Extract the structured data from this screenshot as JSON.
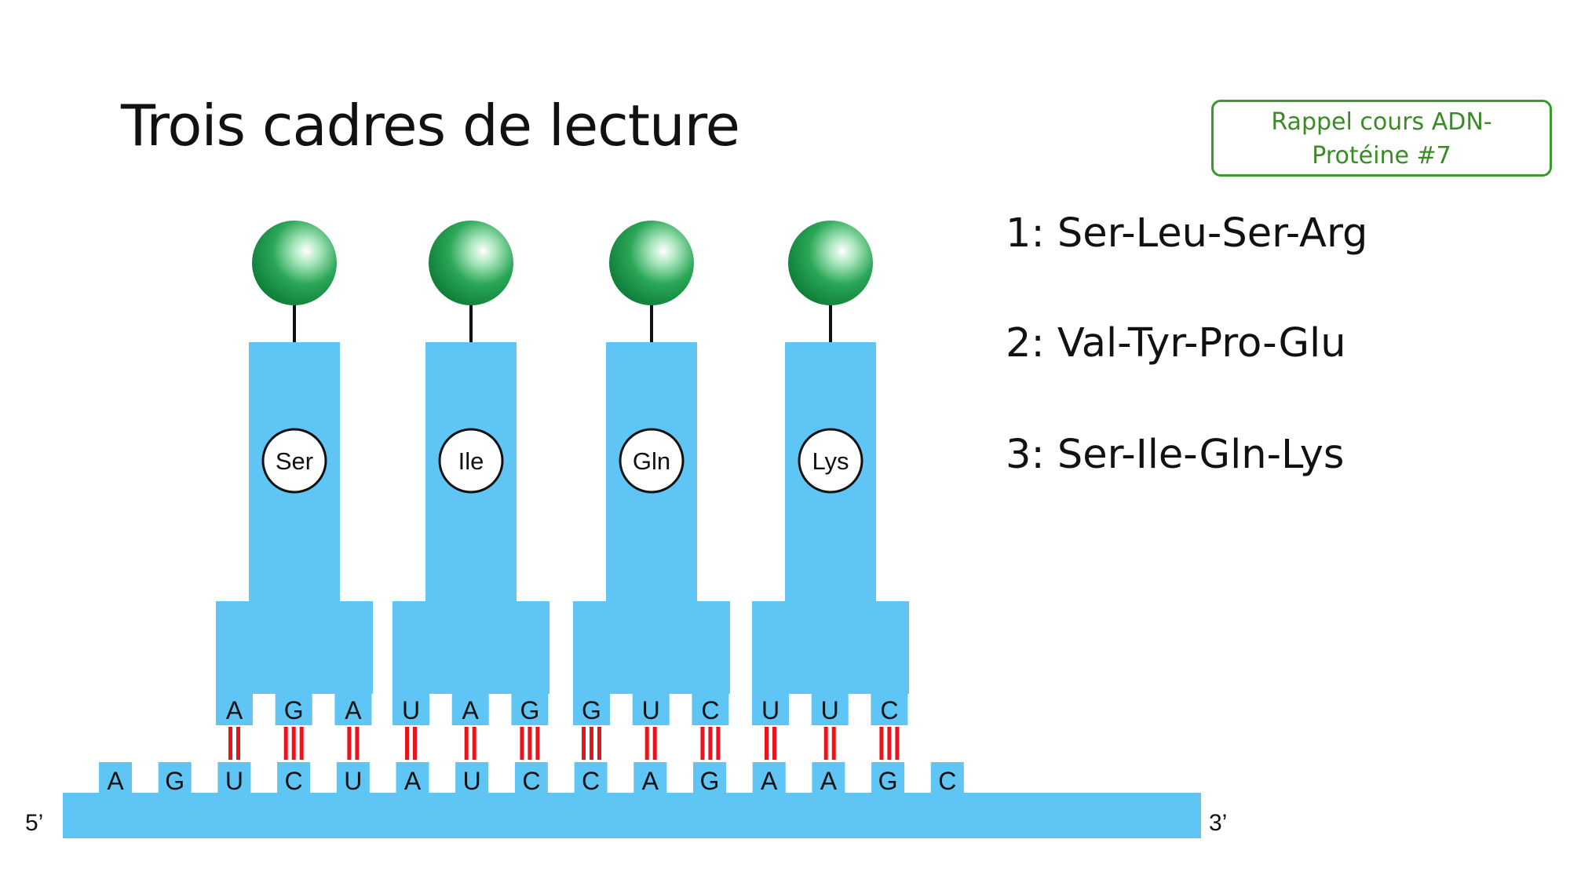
{
  "title": "Trois cadres de lecture",
  "badge": {
    "line1": "Rappel cours ADN-",
    "line2": "Protéine #7"
  },
  "frames": [
    "1: Ser-Leu-Ser-Arg",
    "2: Val-Tyr-Pro-Glu",
    "3: Ser-Ile-Gln-Lys"
  ],
  "mrna": {
    "five_prime": "5’",
    "three_prime": "3’",
    "bases": [
      "A",
      "G",
      "U",
      "C",
      "U",
      "A",
      "U",
      "C",
      "C",
      "A",
      "G",
      "A",
      "A",
      "G",
      "C"
    ]
  },
  "trnas": [
    {
      "amino_acid": "Ser",
      "anticodon": [
        "A",
        "G",
        "A"
      ],
      "bonds": [
        2,
        3,
        2
      ]
    },
    {
      "amino_acid": "Ile",
      "anticodon": [
        "U",
        "A",
        "G"
      ],
      "bonds": [
        2,
        2,
        3
      ]
    },
    {
      "amino_acid": "Gln",
      "anticodon": [
        "G",
        "U",
        "C"
      ],
      "bonds": [
        3,
        2,
        3
      ]
    },
    {
      "amino_acid": "Lys",
      "anticodon": [
        "U",
        "U",
        "C"
      ],
      "bonds": [
        2,
        2,
        3
      ]
    }
  ],
  "colors": {
    "molecule_blue": "#5ec5f5",
    "hydrogen_bond_red": "#e8141c",
    "sphere_green": "#1d9a4a",
    "badge_green": "#3a9a2e"
  }
}
